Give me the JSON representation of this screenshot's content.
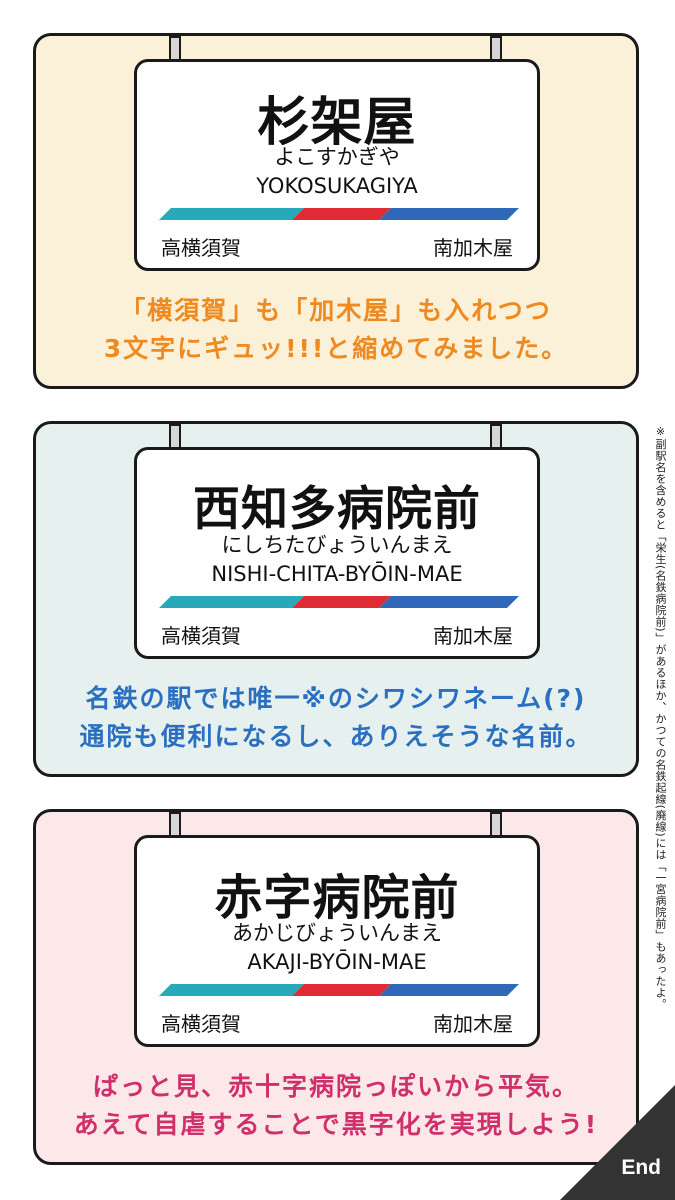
{
  "colors": {
    "panel1": "#fbf1d9",
    "panel2": "#e6f1ef",
    "panel3": "#fce8e8",
    "caption1": "#ee8a1f",
    "caption2": "#2a6fc0",
    "caption3": "#cf2f6b",
    "stripe_teal": "#27a9b9",
    "stripe_red": "#e02a34",
    "stripe_blue": "#2f68b8",
    "end_bg": "#333333"
  },
  "stations": [
    {
      "name": "杉架屋",
      "kana": "よこすかぎや",
      "romaji": "YOKOSUKAGIYA",
      "left_station": "高横須賀",
      "right_station": "南加木屋",
      "caption": [
        "「横須賀」も「加木屋」も入れつつ",
        "3文字にギュッ!!!と縮めてみました。"
      ]
    },
    {
      "name": "西知多病院前",
      "kana": "にしちたびょういんまえ",
      "romaji": "NISHI-CHITA-BYŌIN-MAE",
      "left_station": "高横須賀",
      "right_station": "南加木屋",
      "caption": [
        "名鉄の駅では唯一※のシワシワネーム(?)",
        "通院も便利になるし、ありえそうな名前。"
      ]
    },
    {
      "name": "赤字病院前",
      "kana": "あかじびょういんまえ",
      "romaji": "AKAJI-BYŌIN-MAE",
      "left_station": "高横須賀",
      "right_station": "南加木屋",
      "caption": [
        "ぱっと見、赤十字病院っぽいから平気。",
        "あえて自虐することで黒字化を実現しよう!"
      ]
    }
  ],
  "side_note": "※副駅名を含めると「栄生(名鉄病院前)」があるほか、かつての名鉄起線(廃線)には「一宮病院前」もあったよ。",
  "end_label": "End"
}
